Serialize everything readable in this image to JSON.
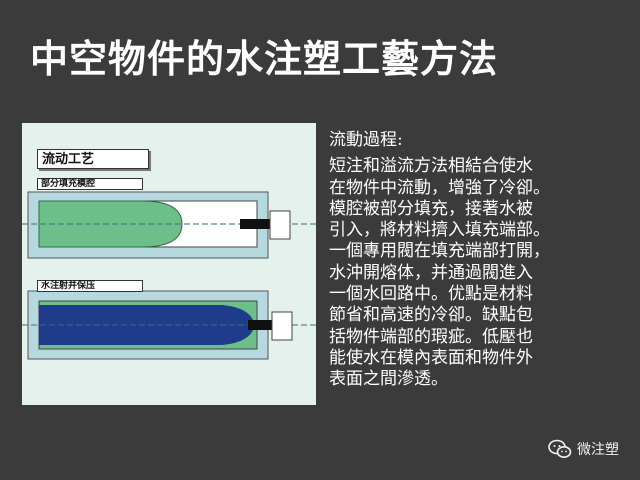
{
  "slide": {
    "title": "中空物件的水注塑工藝方法"
  },
  "figure": {
    "label_main": "流动工艺",
    "label_partial_fill": "部分填充模腔",
    "label_water_injection": "水注射并保压"
  },
  "text": {
    "heading": "流動過程:",
    "lines": [
      "短注和溢流方法相結合使水",
      "在物件中流動，增強了冷卻。",
      "模腔被部分填充，接著水被",
      "引入，將材料擠入填充端部。",
      "一個專用閥在填充端部打開，",
      "水沖開熔体，并通過閥進入",
      "一個水回路中。优點是材料",
      "節省和高速的冷卻。缺點包",
      "括物件端部的瑕疵。低壓也",
      "能使水在模內表面和物件外",
      "表面之間滲透。"
    ]
  },
  "watermark": {
    "text": "微注塑",
    "icon": "wechat-icon"
  },
  "colors": {
    "background": "#3b3b3b",
    "figure_background": "#e4f1ed",
    "mold": "#b6d8df",
    "melt": "#6dbf8a",
    "water": "#1e3b8c",
    "title_text": "#ffffff"
  }
}
